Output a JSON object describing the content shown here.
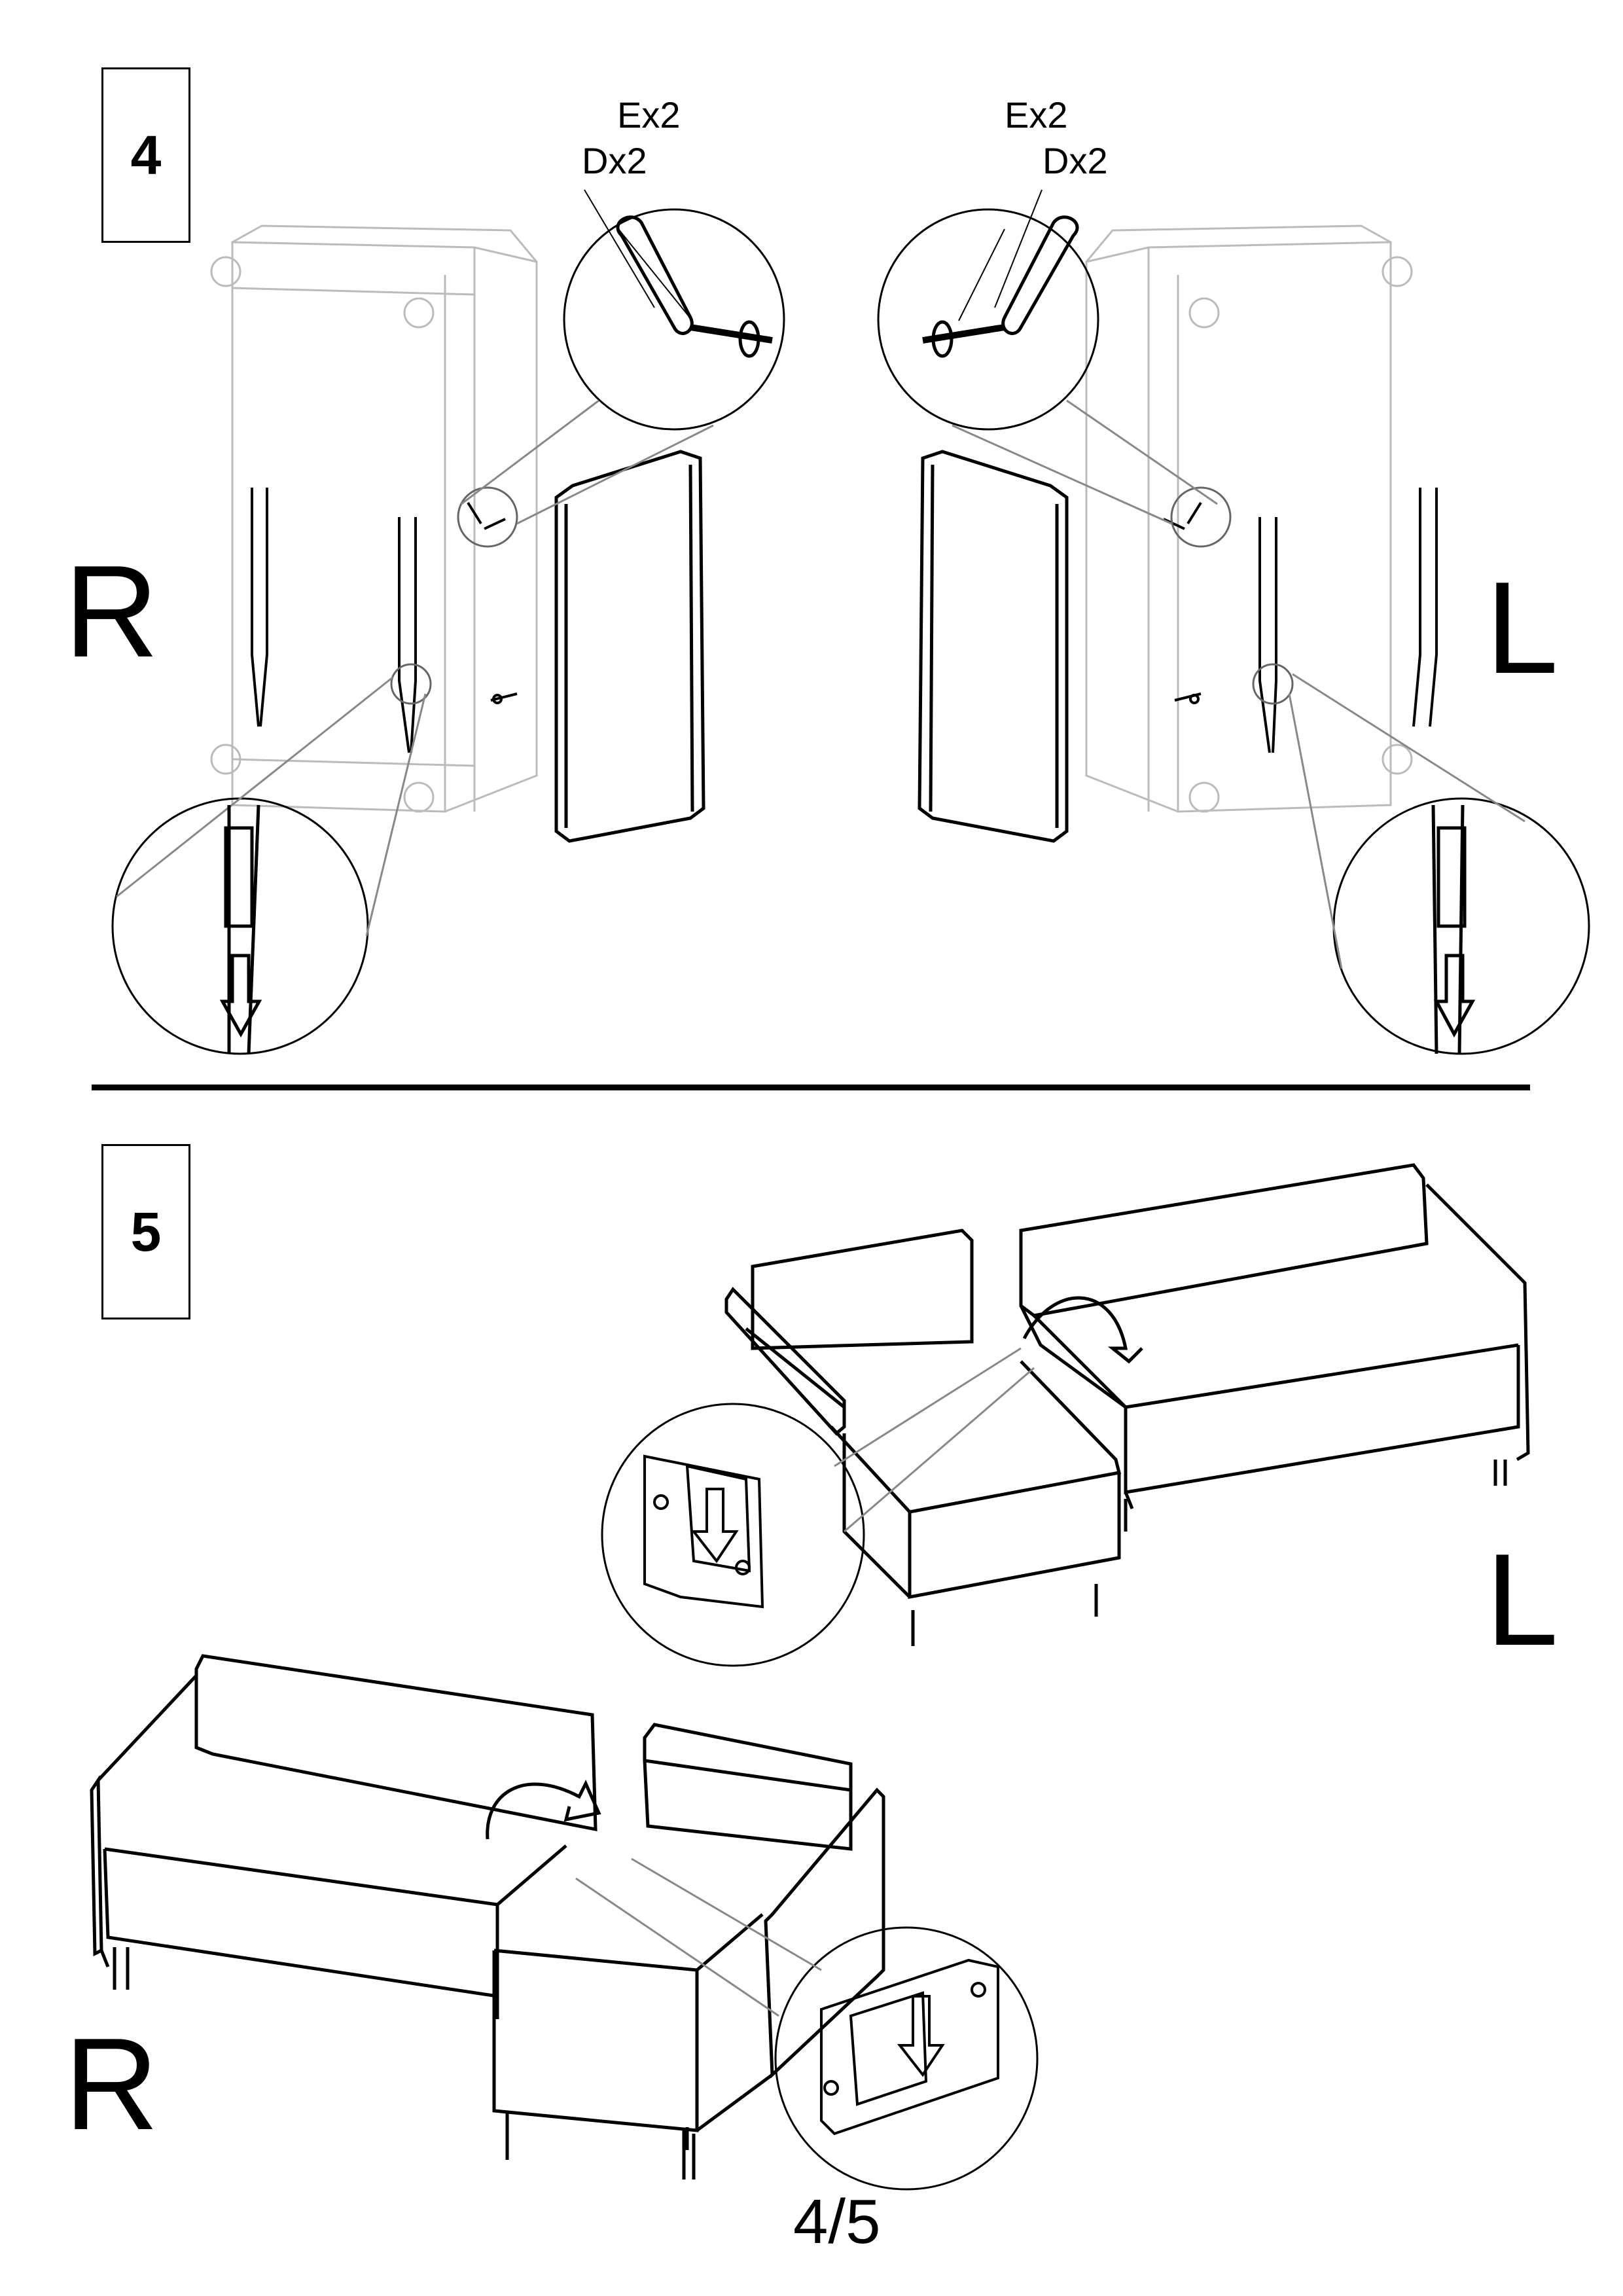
{
  "steps": [
    {
      "number": "4",
      "left_side_letter": "R",
      "right_side_letter": "L",
      "callouts": {
        "right": {
          "top": "Ex2",
          "bottom": "Dx2"
        },
        "left": {
          "top": "Ex2",
          "bottom": "Dx2"
        }
      }
    },
    {
      "number": "5",
      "top_side_letter": "L",
      "bottom_side_letter": "R"
    }
  ],
  "page_number": "4/5"
}
